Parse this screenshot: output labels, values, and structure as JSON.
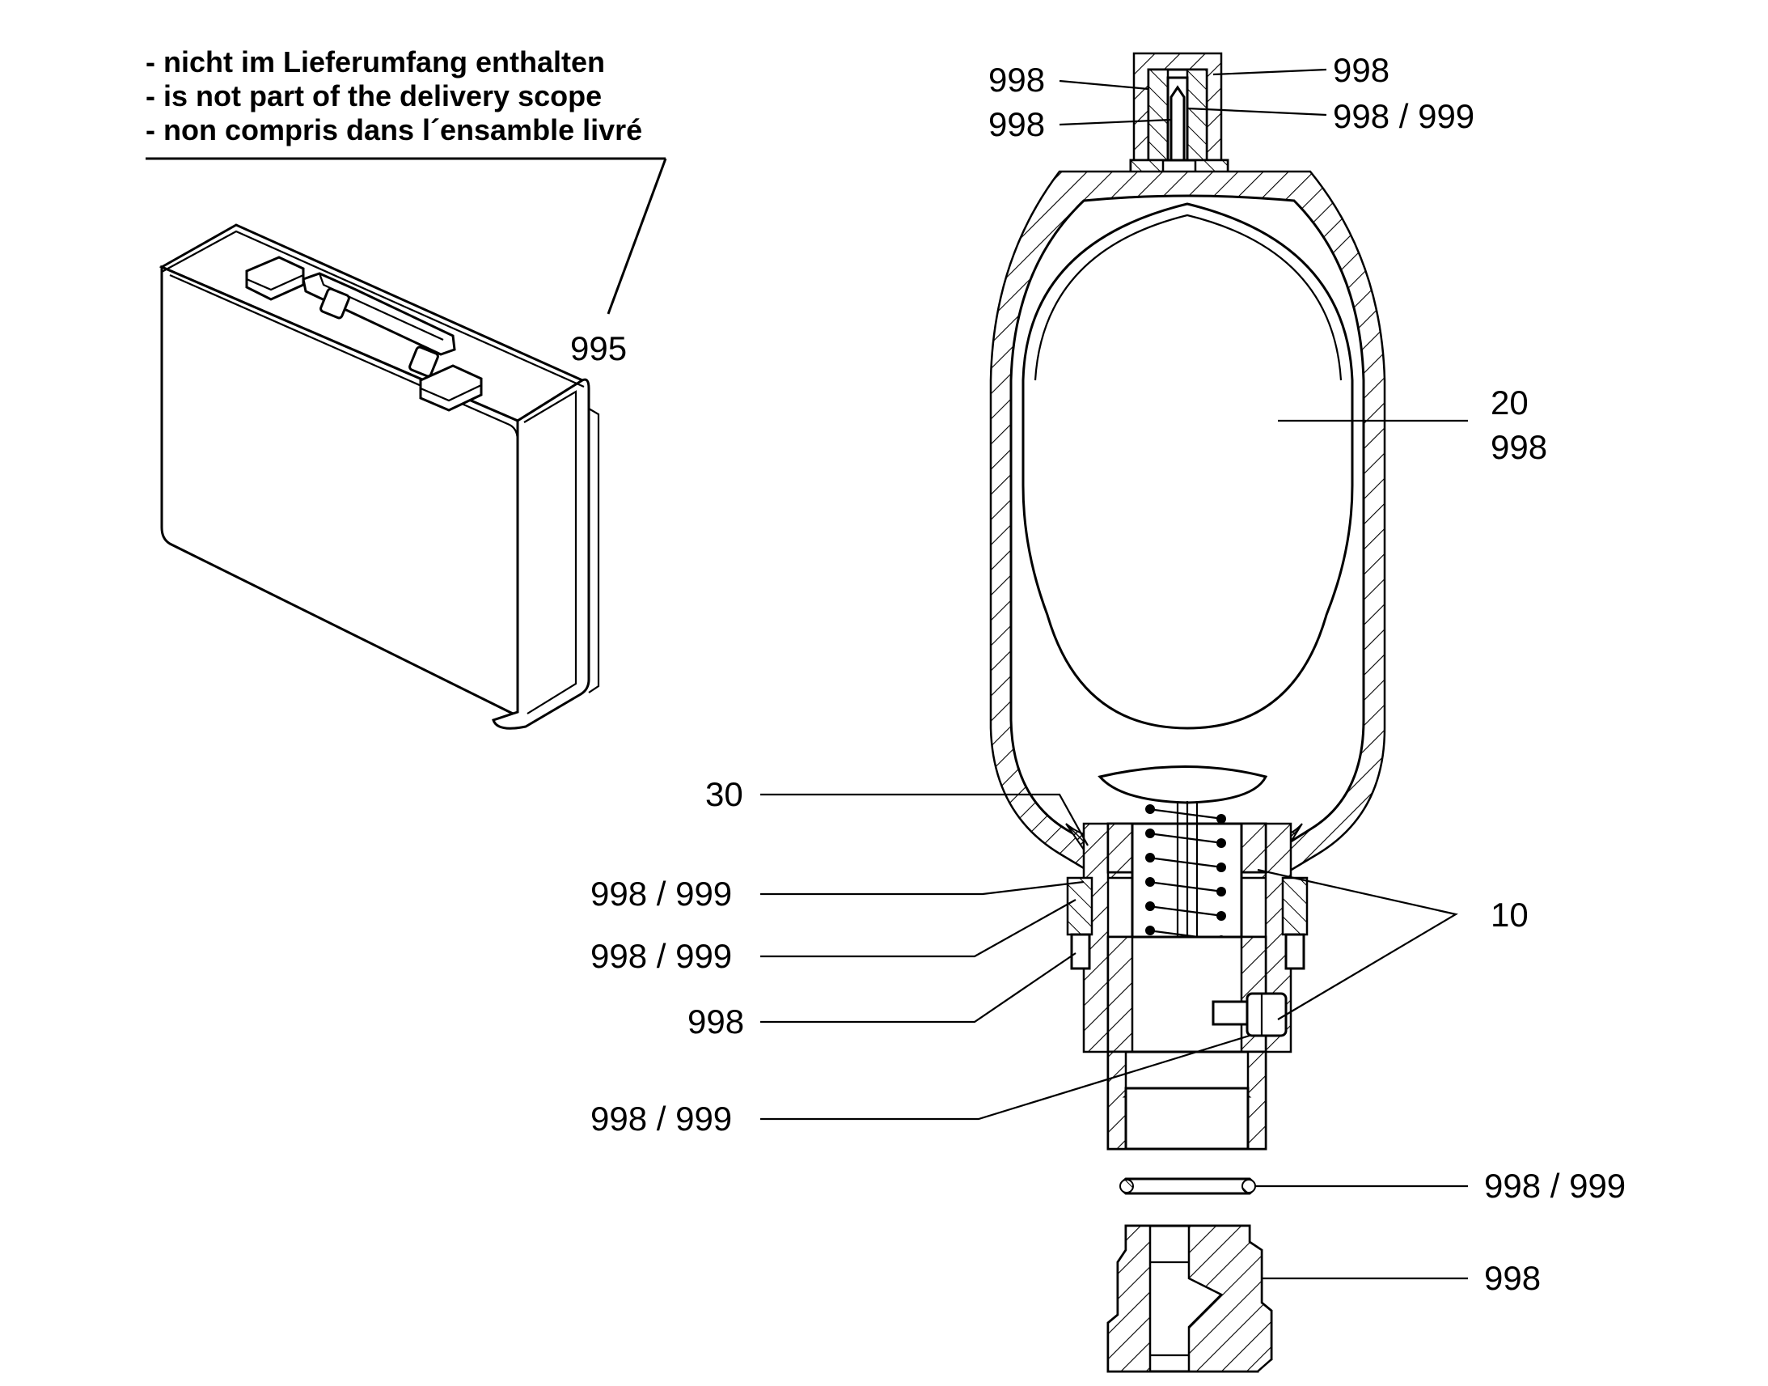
{
  "notes": [
    "- nicht im Lieferumfang enthalten",
    "- is not part of the delivery scope",
    "- non compris dans l´ensamble livré"
  ],
  "labels": {
    "case": "995",
    "cap_outer_left": "998",
    "cap_inner_left": "998",
    "cap_right_top": "998",
    "cap_right_valve": "998 / 999",
    "bladder_num": "20",
    "bladder_code": "998",
    "ring_30": "30",
    "seal_upper": "998 / 999",
    "seal_lower": "998 / 999",
    "nut": "998",
    "vent_seal": "998 / 999",
    "valve_body": "10",
    "o_ring": "998 / 999",
    "adapter": "998"
  }
}
